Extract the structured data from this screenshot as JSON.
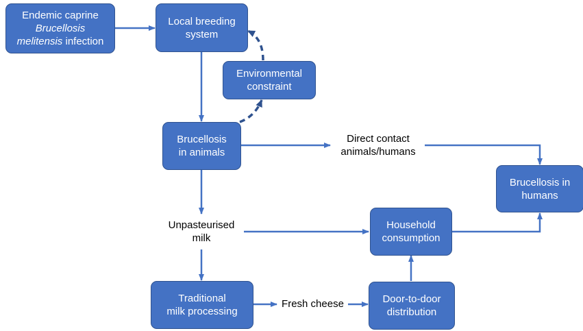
{
  "colors": {
    "node_fill": "#4472c4",
    "node_border": "#2f528f",
    "arrow": "#4472c4",
    "dashed_arrow": "#2f528f",
    "node_text": "#ffffff",
    "label_text": "#000000"
  },
  "nodes": {
    "endemic": {
      "line1": "Endemic caprine",
      "line2_italic": "Brucellosis",
      "line3_italic": "melitensis",
      "line3_rest": " infection"
    },
    "local_breeding": {
      "line1": "Local breeding",
      "line2": "system"
    },
    "environmental": {
      "line1": "Environmental",
      "line2": "constraint"
    },
    "brucellosis_animals": {
      "line1": "Brucellosis",
      "line2": "in animals"
    },
    "brucellosis_humans": {
      "line1": "Brucellosis in",
      "line2": "humans"
    },
    "household": {
      "line1": "Household",
      "line2": "consumption"
    },
    "traditional": {
      "line1": "Traditional",
      "line2": "milk processing"
    },
    "door_to_door": {
      "line1": "Door-to-door",
      "line2": "distribution"
    }
  },
  "labels": {
    "direct_contact": {
      "line1": "Direct contact",
      "line2": "animals/humans"
    },
    "unpasteurised": {
      "line1": "Unpasteurised",
      "line2": "milk"
    },
    "fresh_cheese": {
      "line1": "Fresh cheese"
    }
  }
}
